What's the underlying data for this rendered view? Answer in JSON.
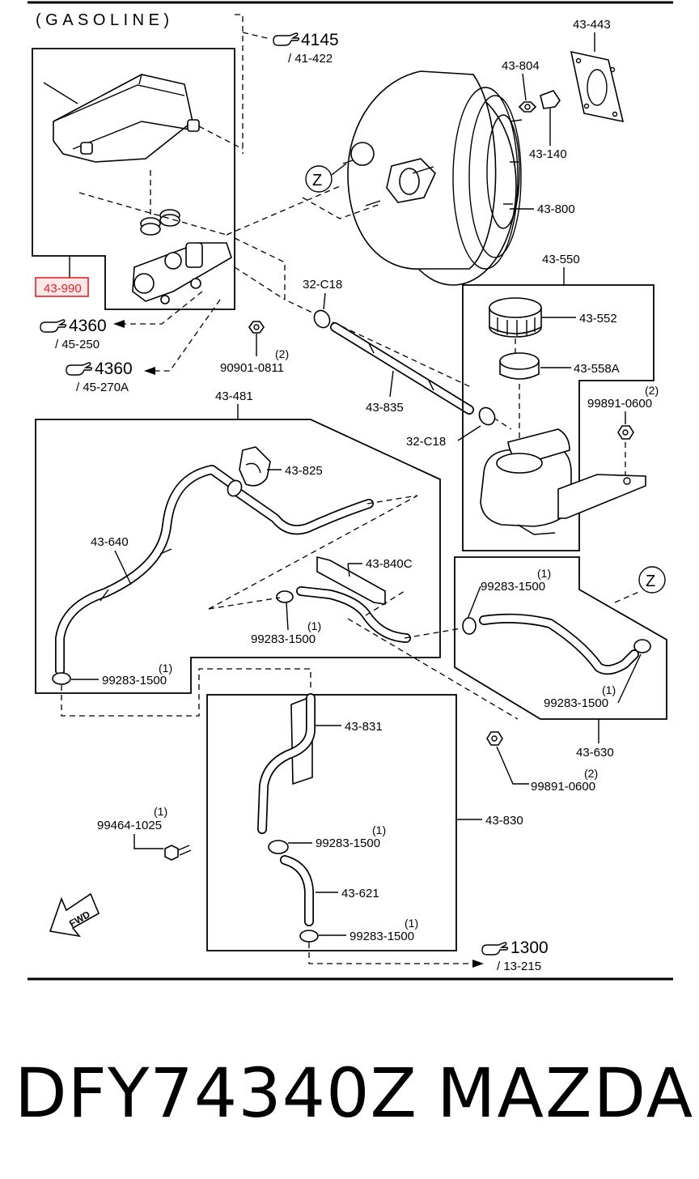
{
  "header": {
    "title": "(GASOLINE)"
  },
  "refs": [
    {
      "id": "ref-4145",
      "num": "4145",
      "sub": "/ 41-422"
    },
    {
      "id": "ref-4360a",
      "num": "4360",
      "sub": "/ 45-250"
    },
    {
      "id": "ref-4360b",
      "num": "4360",
      "sub": "/ 45-270A"
    },
    {
      "id": "ref-1300",
      "num": "1300",
      "sub": "/ 13-215"
    }
  ],
  "labels": {
    "p43443": "43-443",
    "p43804": "43-804",
    "p43140": "43-140",
    "p43800": "43-800",
    "z1": "Z",
    "z2": "Z",
    "p43990": "43-990",
    "p32c18a": "32-C18",
    "p32c18b": "32-C18",
    "p90901": "90901-0811",
    "q90901": "(2)",
    "p43835": "43-835",
    "p43550": "43-550",
    "p43552": "43-552",
    "p43558a": "43-558A",
    "p99891a": "99891-0600",
    "q99891a": "(2)",
    "p43481": "43-481",
    "p43825": "43-825",
    "p43640": "43-640",
    "p43840c": "43-840C",
    "p99283a": "99283-1500",
    "q99283a": "(1)",
    "p99283b": "99283-1500",
    "q99283b": "(1)",
    "p99283c": "99283-1500",
    "q99283c": "(1)",
    "p99283d": "99283-1500",
    "q99283d": "(1)",
    "p43630": "43-630",
    "p99891b": "99891-0600",
    "q99891b": "(2)",
    "p43831": "43-831",
    "p43830": "43-830",
    "p99464": "99464-1025",
    "q99464": "(1)",
    "p99283e": "99283-1500",
    "q99283e": "(1)",
    "p43621": "43-621",
    "p99283f": "99283-1500",
    "q99283f": "(1)",
    "fwd": "FWD"
  },
  "highlight": {
    "part": "43-990",
    "color": "#e8202a",
    "fill": "#fde8e8"
  },
  "footer": {
    "part_code": "DFY74340Z",
    "brand": "MAZDA"
  }
}
